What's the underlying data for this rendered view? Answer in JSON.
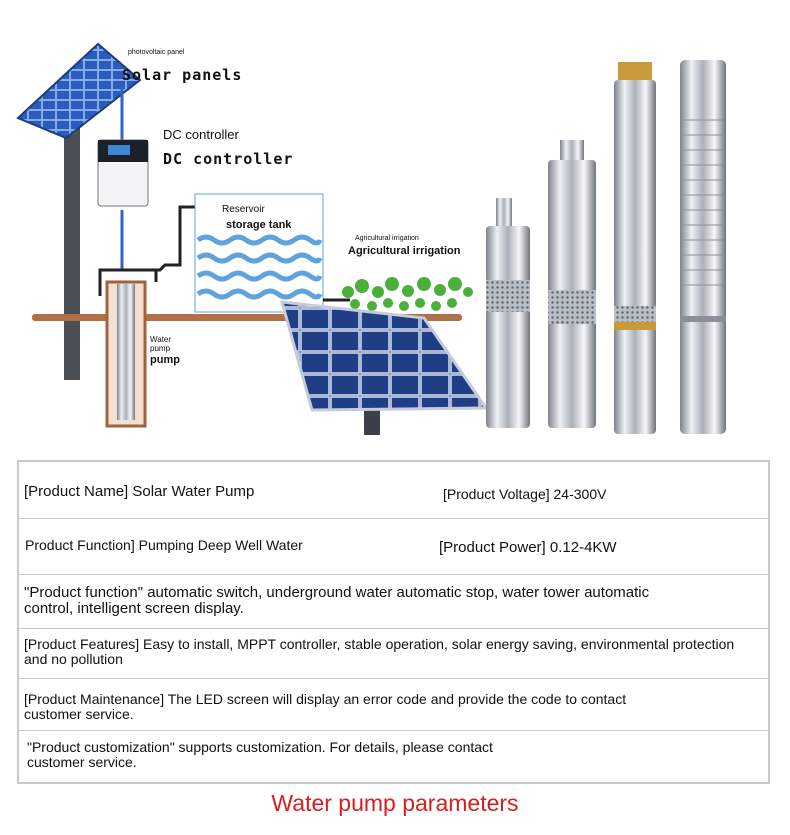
{
  "diagram": {
    "photovoltaic_label": "photovoltaic panel",
    "solar_panels_label": "Solar panels",
    "dc_controller_small": "DC controller",
    "dc_controller_large": "DC controller",
    "reservoir_label": "Reservoir",
    "storage_tank_label": "storage tank",
    "agri_small": "Agricultural irrigation",
    "agri_large": "Agricultural irrigation",
    "water_pump_small_1": "Water",
    "water_pump_small_2": "pump",
    "water_pump_large": "pump"
  },
  "specs": {
    "row1": {
      "left": "[Product Name] Solar Water Pump",
      "right": "[Product Voltage] 24-300V"
    },
    "row2": {
      "left": "Product Function] Pumping Deep Well Water",
      "right": "[Product Power] 0.12-4KW"
    },
    "row3": "\"Product function\" automatic switch, underground water automatic stop, water tower automatic control, intelligent screen display.",
    "row4": "[Product Features] Easy to install, MPPT controller, stable operation, solar energy saving, environmental protection and no pollution",
    "row5": "[Product Maintenance] The LED screen will display an error code and provide the code to contact customer service.",
    "row6": "\"Product customization\" supports customization. For details, please contact customer service."
  },
  "caption": "Water pump parameters",
  "colors": {
    "caption": "#d81e1e",
    "table_border": "#c9c9c9",
    "panel_blue": "#2f63c8",
    "ground_brown": "#b07048",
    "water_blue": "#6fb1e6",
    "steel": "#c9ced6"
  }
}
